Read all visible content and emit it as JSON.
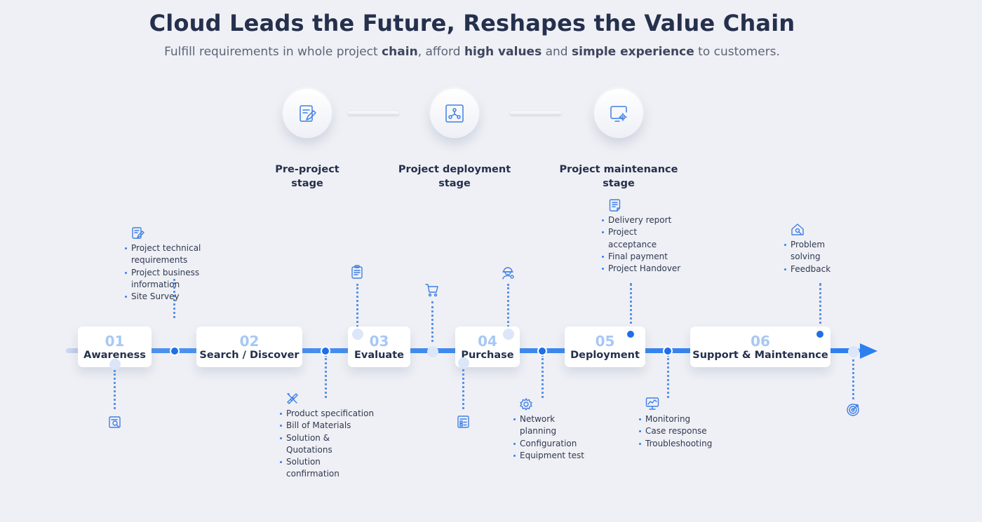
{
  "header": {
    "title": "Cloud Leads the Future, Reshapes the Value Chain",
    "subtitle_parts": [
      "Fulfill requirements in whole project ",
      "chain",
      ", afford ",
      "high values",
      " and ",
      "simple experience",
      " to customers."
    ]
  },
  "stages": [
    {
      "label_line1": "Pre-project",
      "label_line2": "stage",
      "icon": "edit-document-icon"
    },
    {
      "label_line1": "Project deployment",
      "label_line2": "stage",
      "icon": "network-diagram-icon"
    },
    {
      "label_line1": "Project maintenance",
      "label_line2": "stage",
      "icon": "monitor-gear-icon"
    }
  ],
  "steps": [
    {
      "number": "01",
      "name": "Awareness"
    },
    {
      "number": "02",
      "name": "Search / Discover"
    },
    {
      "number": "03",
      "name": "Evaluate"
    },
    {
      "number": "04",
      "name": "Purchase"
    },
    {
      "number": "05",
      "name": "Deployment"
    },
    {
      "number": "06",
      "name": "Support & Maintenance"
    }
  ],
  "details": {
    "pre_requirements": {
      "icon": "edit-document-icon",
      "items": [
        "Project technical requirements",
        "Project business information",
        "Site Survey"
      ]
    },
    "awareness_below": {
      "icon": "document-search-icon"
    },
    "product": {
      "icon": "ruler-pencil-icon",
      "items": [
        "Product specification",
        "Bill of Materials",
        "Solution & Quotations",
        "Solution confirmation"
      ]
    },
    "evaluate_above": {
      "icon": "clipboard-icon"
    },
    "cart": {
      "icon": "shopping-cart-icon"
    },
    "purchase_below": {
      "icon": "form-list-icon"
    },
    "engineer": {
      "icon": "engineer-icon"
    },
    "network": {
      "icon": "gear-icon",
      "items": [
        "Network planning",
        "Configuration",
        "Equipment test"
      ]
    },
    "delivery": {
      "icon": "report-icon",
      "items": [
        "Delivery report",
        "Project acceptance",
        "Final payment",
        "Project Handover"
      ]
    },
    "monitoring": {
      "icon": "monitor-chart-icon",
      "items": [
        "Monitoring",
        "Case response",
        "Troubleshooting"
      ]
    },
    "problem": {
      "icon": "house-tool-icon",
      "items": [
        "Problem solving",
        "Feedback"
      ]
    },
    "target": {
      "icon": "target-icon"
    }
  },
  "colors": {
    "accent": "#2d7ff0",
    "text": "#25304d",
    "step_number": "#a7c8f5",
    "background": "#eff0f5"
  }
}
